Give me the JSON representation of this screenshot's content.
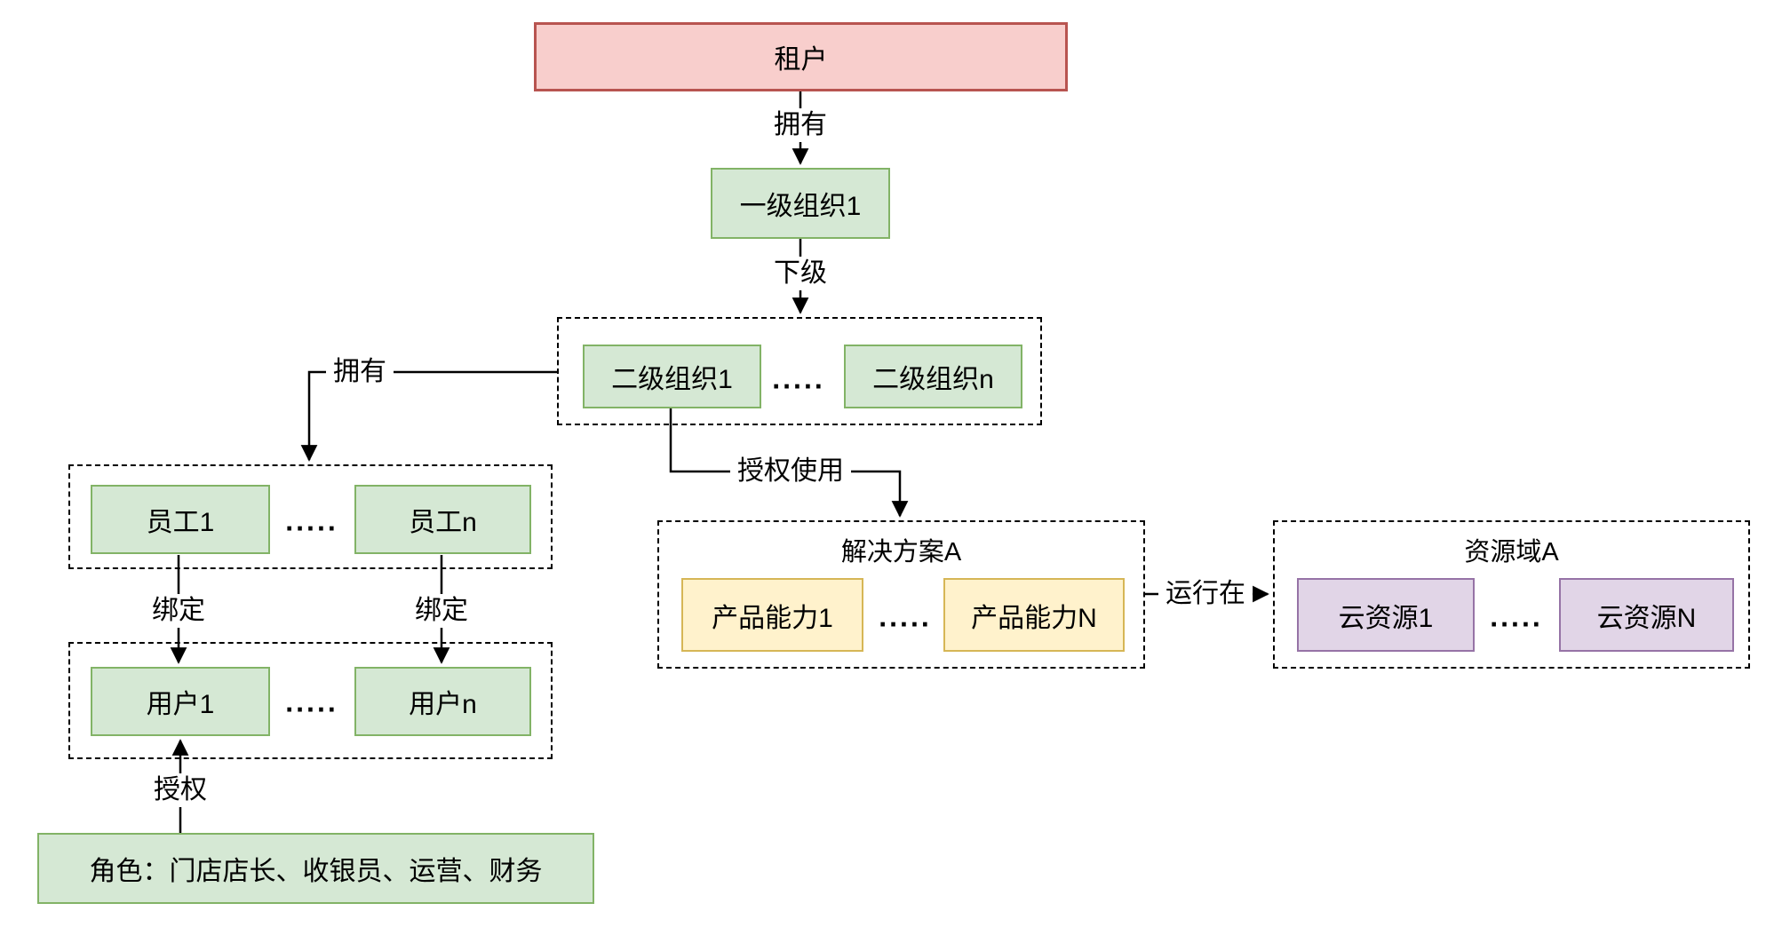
{
  "diagram": {
    "tenant": "租户",
    "level1_org": "一级组织1",
    "level2_orgs": {
      "first": "二级组织1",
      "ellipsis": ".....",
      "last": "二级组织n"
    },
    "employees": {
      "first": "员工1",
      "ellipsis": ".....",
      "last": "员工n"
    },
    "users": {
      "first": "用户1",
      "ellipsis": ".....",
      "last": "用户n"
    },
    "roles": "角色：门店店长、收银员、运营、财务",
    "solution": {
      "title": "解决方案A",
      "first": "产品能力1",
      "ellipsis": ".....",
      "last": "产品能力N"
    },
    "resource_domain": {
      "title": "资源域A",
      "first": "云资源1",
      "ellipsis": ".....",
      "last": "云资源N"
    },
    "edge_labels": {
      "owns_top": "拥有",
      "subordinate": "下级",
      "owns_left": "拥有",
      "bind_first": "绑定",
      "bind_last": "绑定",
      "authorize": "授权",
      "authorized_use": "授权使用",
      "runs_on": "运行在"
    },
    "colors": {
      "tenant_fill": "#F8CECC",
      "tenant_stroke": "#B85450",
      "org_fill": "#D5E8D4",
      "org_stroke": "#82B366",
      "product_fill": "#FFF2CC",
      "product_stroke": "#D6B656",
      "cloud_fill": "#E1D5E7",
      "cloud_stroke": "#9673A6",
      "connector": "#000000"
    }
  }
}
